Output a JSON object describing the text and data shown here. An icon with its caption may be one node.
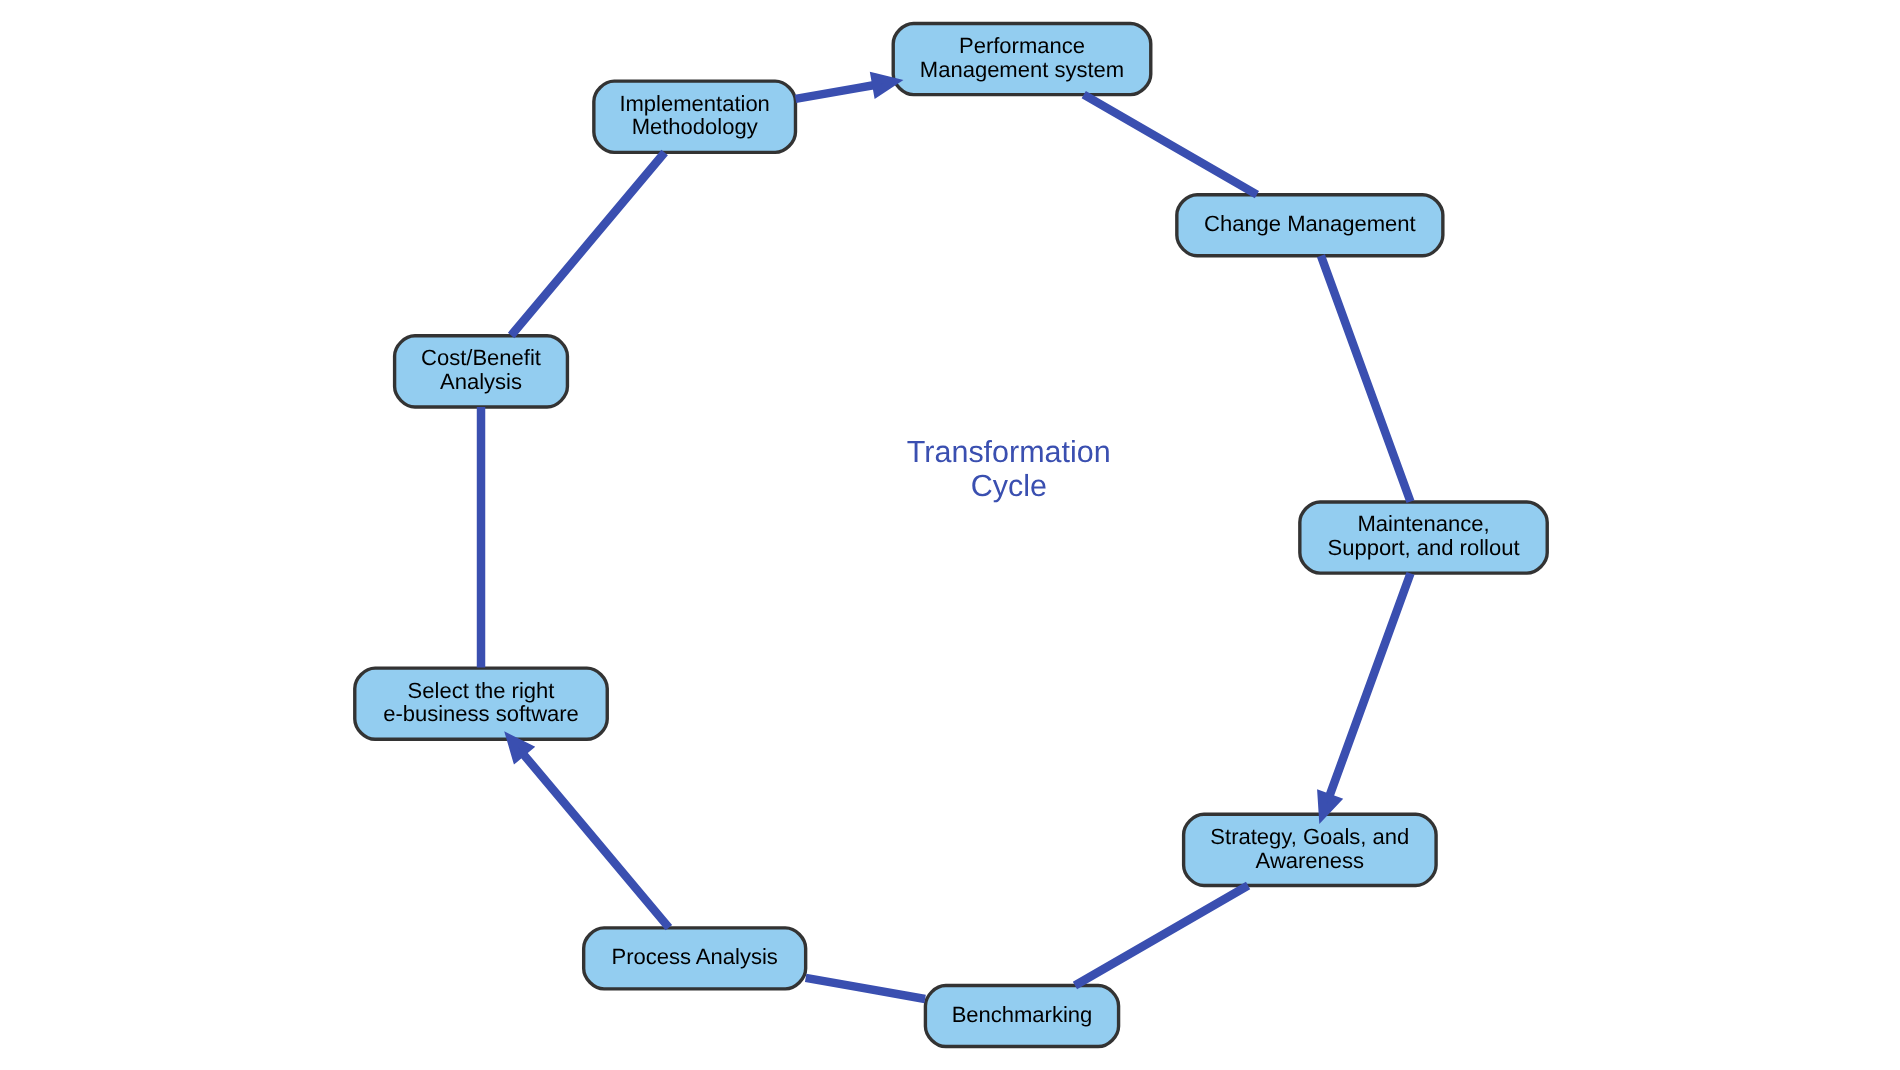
{
  "diagram": {
    "nodes": [
      {
        "text": [
          "Strategy, Goals, and Awareness"
        ]
      },
      {
        "text": [
          "Benchmarking"
        ]
      },
      {
        "text": [
          "Process Analysis"
        ]
      },
      {
        "text": [
          "Select the right e-business software"
        ]
      },
      {
        "text": [
          "Cost/Benefit Analysis"
        ]
      },
      {
        "text": [
          "Implementation Methodology"
        ]
      },
      {
        "text": [
          "Performance Management system"
        ]
      },
      {
        "text": [
          "Change Management"
        ]
      },
      {
        "text": [
          "Maintenance, Support, and rollout"
        ]
      }
    ],
    "edges": [
      {
        "from": 0,
        "to": 1,
        "arrow": "none"
      },
      {
        "from": 1,
        "to": 2,
        "arrow": "none"
      },
      {
        "from": 2,
        "to": 3,
        "arrow": "to"
      },
      {
        "from": 3,
        "to": 4,
        "arrow": "none"
      },
      {
        "from": 4,
        "to": 5,
        "arrow": "none"
      },
      {
        "from": 5,
        "to": 6,
        "arrow": "to"
      },
      {
        "from": 6,
        "to": 7,
        "arrow": "none"
      },
      {
        "from": 7,
        "to": 8,
        "arrow": "none"
      },
      {
        "from": 8,
        "to": 0,
        "arrow": "to"
      }
    ],
    "labels": [
      "Transformation Cycle"
    ]
  }
}
